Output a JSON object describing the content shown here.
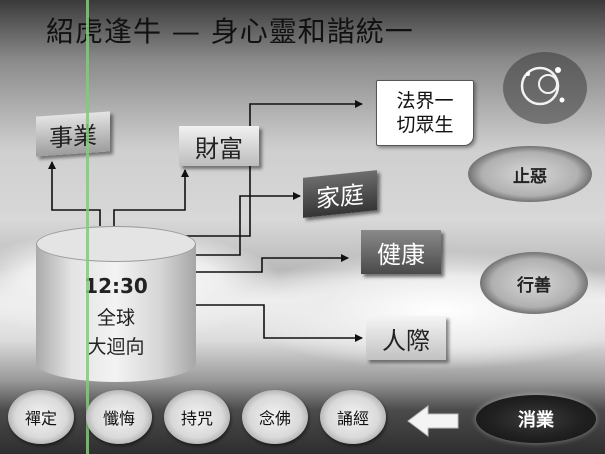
{
  "title": "紹虎逢牛 — 身心靈和諧統一",
  "cylinder": {
    "time": "12:30",
    "line1": "全球",
    "line2": "大迴向"
  },
  "outcomes": {
    "career": "事業",
    "wealth": "財富",
    "dharma_line1": "法界一",
    "dharma_line2": "切眾生",
    "family": "家庭",
    "health": "健康",
    "relationships": "人際"
  },
  "side_buttons": {
    "stop_evil": "止惡",
    "do_good": "行善"
  },
  "bottom_buttons": [
    "禪定",
    "懺悔",
    "持咒",
    "念佛",
    "誦經"
  ],
  "eliminate_karma": "消業"
}
